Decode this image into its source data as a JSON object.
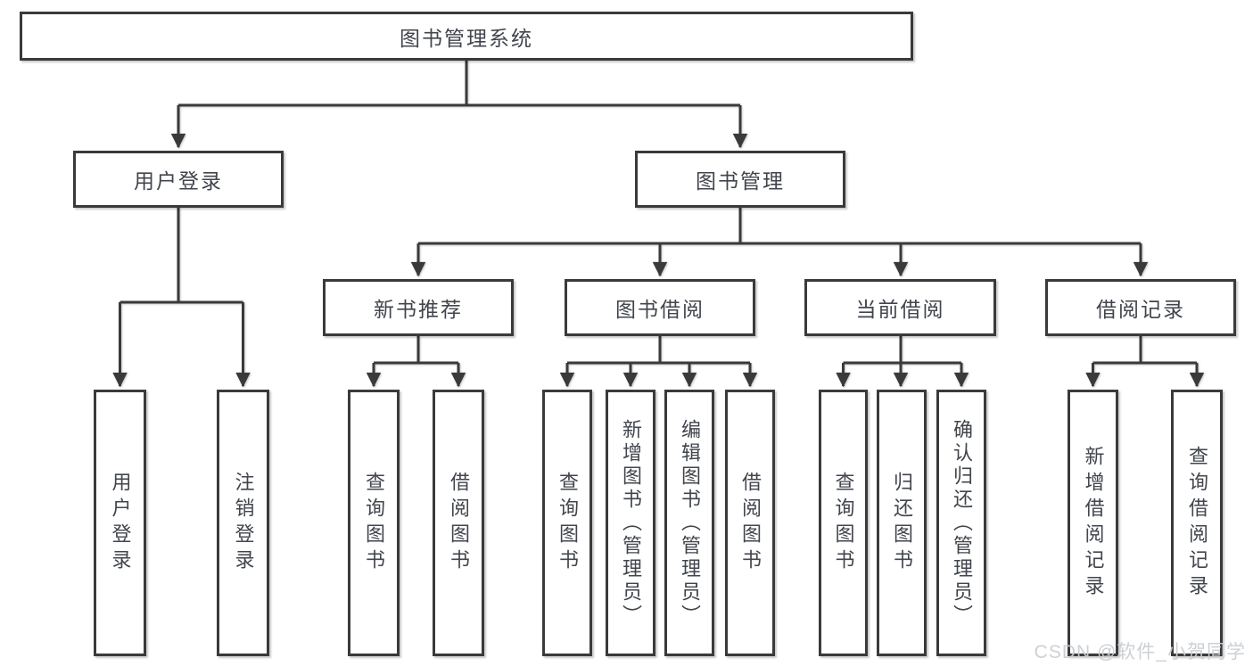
{
  "diagram": {
    "title": "图书管理系统",
    "level2": [
      "用户登录",
      "图书管理"
    ],
    "level3": [
      "新书推荐",
      "图书借阅",
      "当前借阅",
      "借阅记录"
    ],
    "leaves": [
      "用户登录",
      "注销登录",
      "查询图书",
      "借阅图书",
      "查询图书",
      "新增图书（管理员）",
      "编辑图书（管理员）",
      "借阅图书",
      "查询图书",
      "归还图书",
      "确认归还（管理员）",
      "新增借阅记录",
      "查询借阅记录"
    ],
    "watermark": "CSDN @软件_小贺同学",
    "colors": {
      "line": "#3a3a3a",
      "text": "#41454c",
      "background": "#ffffff",
      "watermark": "#caccd1"
    }
  }
}
